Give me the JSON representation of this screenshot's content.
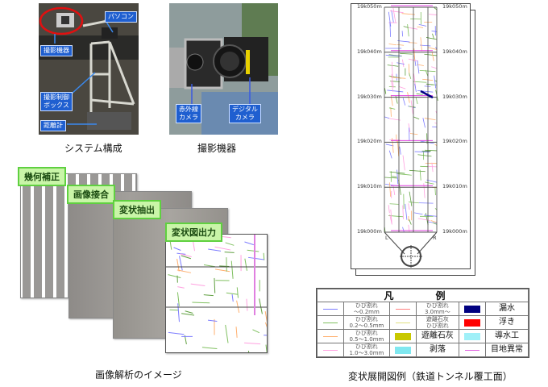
{
  "photos": {
    "system": {
      "caption": "システム構成",
      "labels": {
        "pc": "パソコン",
        "camera": "撮影機器",
        "control_box": "撮影制御\nボックス",
        "distance_meter": "距離計"
      }
    },
    "camera": {
      "caption": "撮影機器",
      "labels": {
        "infrared": "赤外線\nカメラ",
        "digital": "デジタル\nカメラ"
      }
    }
  },
  "analysis": {
    "caption": "画像解析のイメージ",
    "steps": [
      "幾何補正",
      "画像接合",
      "変状抽出",
      "変状図出力"
    ]
  },
  "development": {
    "caption": "変状展開図例（鉄道トンネル覆工面）",
    "km_labels": [
      "19k050m",
      "19k040m",
      "19k030m",
      "19k020m",
      "19k010m",
      "19k000m"
    ],
    "left": "L",
    "right": "R"
  },
  "legend": {
    "title": "凡　例",
    "rows": [
      [
        {
          "sym": "line",
          "color": "#7d7dff",
          "label": "ひび割れ\n～0.2mm"
        },
        {
          "sym": "line",
          "color": "#ff8080",
          "label": "ひび割れ\n3.0mm～"
        },
        {
          "sym": "box",
          "color": "#000080",
          "label": "漏水"
        }
      ],
      [
        {
          "sym": "line",
          "color": "#80c060",
          "label": "ひび割れ\n0.2～0.5mm"
        },
        {
          "sym": "line",
          "color": "#e0e080",
          "label": "遊離石灰\nひび割れ"
        },
        {
          "sym": "box",
          "color": "#ff0000",
          "label": "浮き"
        }
      ],
      [
        {
          "sym": "line",
          "color": "#ffb070",
          "label": "ひび割れ\n0.5～1.0mm"
        },
        {
          "sym": "box",
          "color": "#c8c800",
          "label": "遊離石灰"
        },
        {
          "sym": "box",
          "color": "#a0f0f8",
          "label": "導水工"
        }
      ],
      [
        {
          "sym": "line",
          "color": "#ffa0e0",
          "label": "ひび割れ\n1.0～3.0mm"
        },
        {
          "sym": "box",
          "color": "#80e8f0",
          "label": "剥落"
        },
        {
          "sym": "line",
          "color": "#e060e0",
          "label": "目地異常"
        }
      ]
    ]
  }
}
